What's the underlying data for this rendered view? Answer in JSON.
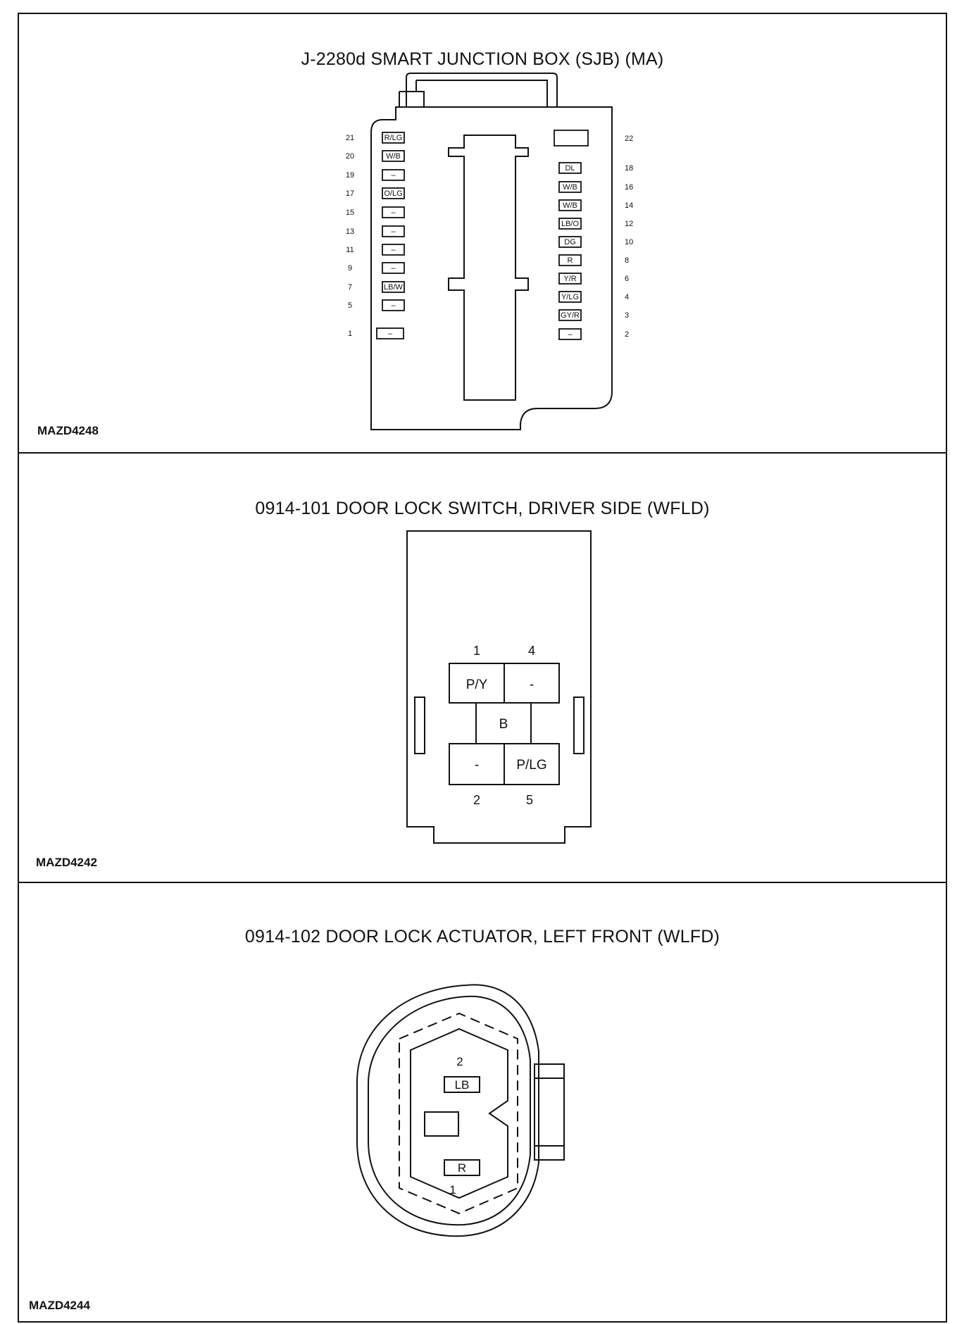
{
  "panels": [
    {
      "title": "J-2280d SMART JUNCTION BOX (SJB) (MA)",
      "code": "MAZD4248",
      "left_pins": [
        {
          "num": "21",
          "label": "R/LG"
        },
        {
          "num": "20",
          "label": "W/B"
        },
        {
          "num": "19",
          "label": "–"
        },
        {
          "num": "17",
          "label": "O/LG"
        },
        {
          "num": "15",
          "label": "–"
        },
        {
          "num": "13",
          "label": "–"
        },
        {
          "num": "11",
          "label": "–"
        },
        {
          "num": "9",
          "label": "–"
        },
        {
          "num": "7",
          "label": "LB/W"
        },
        {
          "num": "5",
          "label": "–"
        },
        {
          "num": "1",
          "label": "–"
        }
      ],
      "right_pins": [
        {
          "num": "22",
          "label": ""
        },
        {
          "num": "18",
          "label": "DL"
        },
        {
          "num": "16",
          "label": "W/B"
        },
        {
          "num": "14",
          "label": "W/B"
        },
        {
          "num": "12",
          "label": "LB/O"
        },
        {
          "num": "10",
          "label": "DG"
        },
        {
          "num": "8",
          "label": "R"
        },
        {
          "num": "6",
          "label": "Y/R"
        },
        {
          "num": "4",
          "label": "Y/LG"
        },
        {
          "num": "3",
          "label": "GY/R"
        },
        {
          "num": "2",
          "label": "–"
        }
      ]
    },
    {
      "title": "0914-101 DOOR LOCK SWITCH, DRIVER SIDE (WFLD)",
      "code": "MAZD4242",
      "pins": [
        {
          "num": "1",
          "label": "P/Y"
        },
        {
          "num": "4",
          "label": "-"
        },
        {
          "num": "",
          "label": "B"
        },
        {
          "num": "2",
          "label": "-"
        },
        {
          "num": "5",
          "label": "P/LG"
        }
      ]
    },
    {
      "title": "0914-102 DOOR LOCK ACTUATOR, LEFT FRONT (WLFD)",
      "code": "MAZD4244",
      "pins": [
        {
          "num": "2",
          "label": "LB"
        },
        {
          "num": "1",
          "label": "R"
        }
      ]
    }
  ]
}
